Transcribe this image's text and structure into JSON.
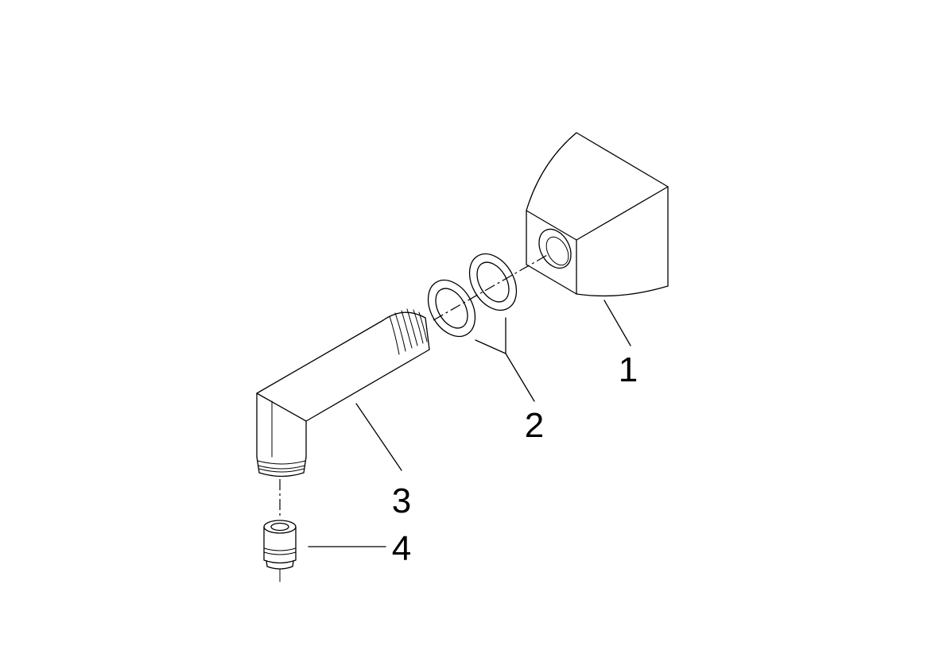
{
  "callouts": [
    {
      "id": "wall-bracket",
      "label": "1"
    },
    {
      "id": "seal-rings",
      "label": "2"
    },
    {
      "id": "elbow-pipe",
      "label": "3"
    },
    {
      "id": "connector-nipple",
      "label": "4"
    }
  ]
}
